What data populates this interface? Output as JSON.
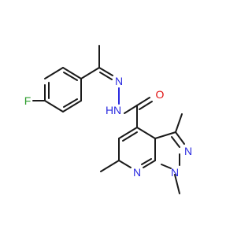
{
  "molecule": {
    "atoms": {
      "fluorine": "F",
      "hydrazone_n": "N",
      "amide_n": "N",
      "amide_h": "H",
      "carbonyl_o": "O",
      "pyridine_n": "N",
      "pyrazole_n1": "N",
      "pyrazole_n2": "N"
    },
    "colors": {
      "bond": "#1a1a1a",
      "nitrogen": "#2a2ae0",
      "oxygen": "#e01010",
      "fluorine": "#2e9e2e"
    }
  }
}
